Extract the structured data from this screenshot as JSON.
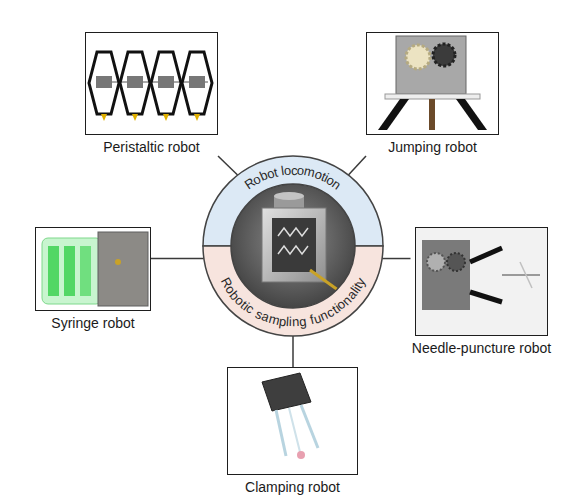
{
  "diagram": {
    "nodes": [
      {
        "text": [
          "Peristaltic robot"
        ]
      },
      {
        "text": [
          "Jumping robot"
        ]
      },
      {
        "text": [
          "Robot locomotion"
        ]
      },
      {
        "text": [
          "Robotic sampling functionality"
        ]
      },
      {
        "text": [
          "Syringe robot"
        ]
      },
      {
        "text": [
          "Needle-puncture robot"
        ]
      },
      {
        "text": [
          "Clamping robot"
        ]
      }
    ],
    "edges": [
      {
        "from": 2,
        "to": 0,
        "arrow": "none"
      },
      {
        "from": 2,
        "to": 1,
        "arrow": "none"
      },
      {
        "from": 3,
        "to": 4,
        "arrow": "none"
      },
      {
        "from": 3,
        "to": 5,
        "arrow": "none"
      },
      {
        "from": 3,
        "to": 6,
        "arrow": "none"
      }
    ]
  }
}
